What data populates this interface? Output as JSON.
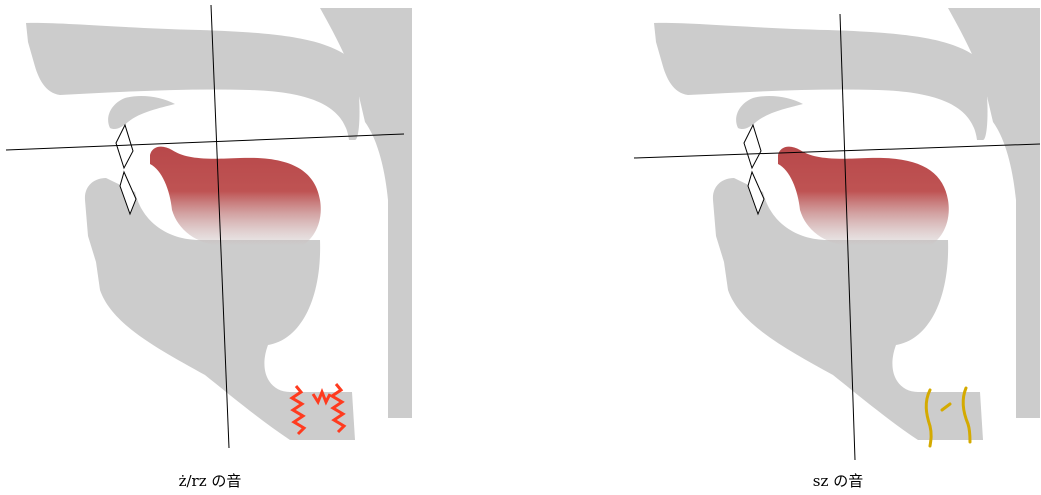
{
  "diagrams": [
    {
      "caption_sound": "ż/rz",
      "caption_suffix": "の音",
      "vocal_fold_state": "vibrating",
      "vocal_fold_color": "#ff3b1f"
    },
    {
      "caption_sound": "sz",
      "caption_suffix": "の音",
      "vocal_fold_state": "open",
      "vocal_fold_color": "#d4aa00"
    }
  ],
  "colors": {
    "anatomy_fill": "#cccccc",
    "tongue_color": "#b8484a",
    "axis_line": "#000000"
  }
}
